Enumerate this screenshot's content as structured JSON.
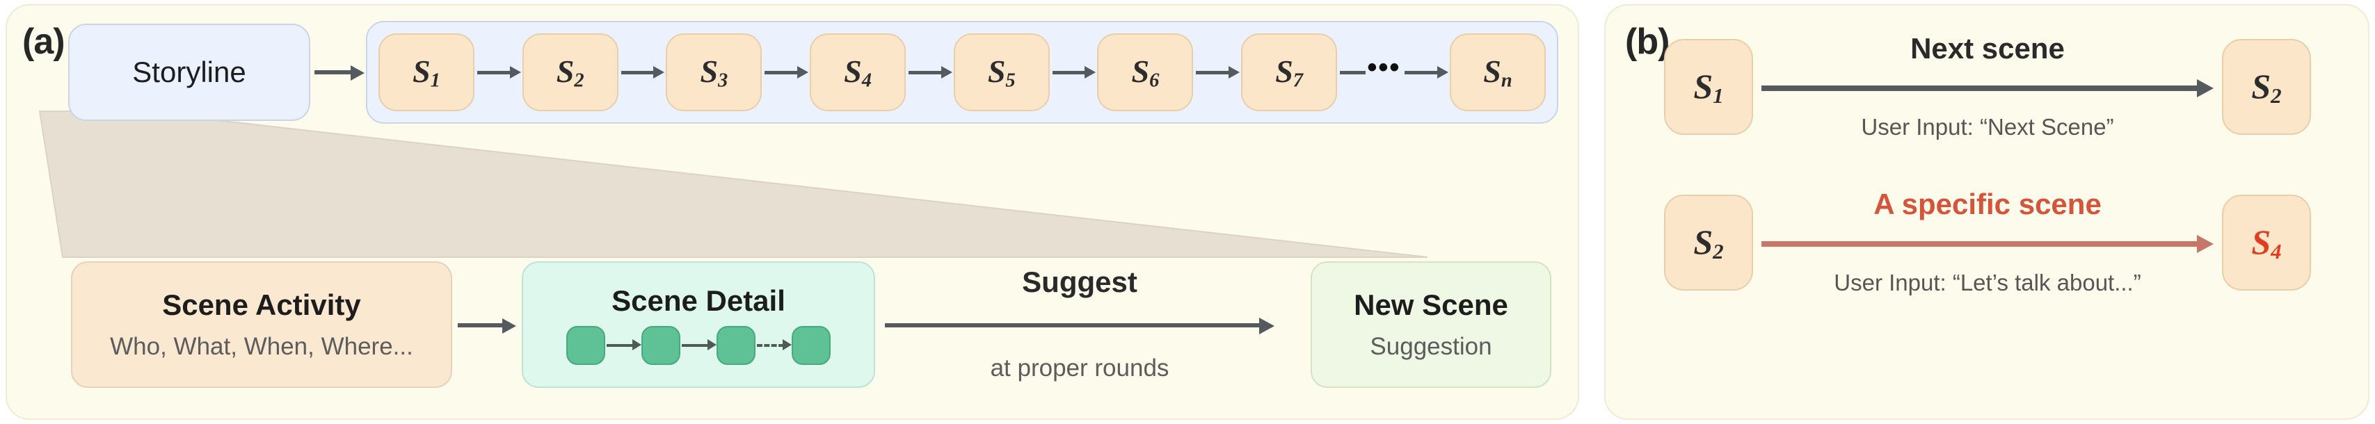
{
  "panels": {
    "a": {
      "label": "(a)",
      "storyline": {
        "label": "Storyline"
      },
      "sequence": {
        "nodes": [
          {
            "base": "S",
            "sub": "1"
          },
          {
            "base": "S",
            "sub": "2"
          },
          {
            "base": "S",
            "sub": "3"
          },
          {
            "base": "S",
            "sub": "4"
          },
          {
            "base": "S",
            "sub": "5"
          },
          {
            "base": "S",
            "sub": "6"
          },
          {
            "base": "S",
            "sub": "7"
          },
          {
            "base": "S",
            "sub": "n"
          }
        ],
        "ellipsis": "•••"
      },
      "scene_activity": {
        "title": "Scene Activity",
        "subtitle": "Who, What, When, Where..."
      },
      "scene_detail": {
        "title": "Scene Detail",
        "node_count": 4,
        "dashed_link_index": 3
      },
      "suggest": {
        "title": "Suggest",
        "subtitle": "at proper rounds"
      },
      "new_scene": {
        "title": "New Scene",
        "subtitle": "Suggestion"
      }
    },
    "b": {
      "label": "(b)",
      "rows": [
        {
          "from": {
            "base": "S",
            "sub": "1"
          },
          "to": {
            "base": "S",
            "sub": "2"
          },
          "edge_label": "Next scene",
          "edge_sublabel": "User Input: “Next Scene”",
          "accent": "#555a5e",
          "highlight": false
        },
        {
          "from": {
            "base": "S",
            "sub": "2"
          },
          "to": {
            "base": "S",
            "sub": "4"
          },
          "edge_label": "A specific scene",
          "edge_sublabel": "User Input: “Let’s talk about...”",
          "accent": "#D4553C",
          "highlight": true
        }
      ]
    }
  },
  "colors": {
    "panel_bg": "#FDFBEB",
    "panel_border": "#F0EBD4",
    "blue_bg": "#EBF2FD",
    "blue_border": "#C9D6E8",
    "scene_bg": "#FBE6CA",
    "scene_border": "#E9CFA9",
    "activity_bg": "#FBE8D0",
    "detail_bg": "#DFF8EE",
    "detail_node": "#5FC296",
    "newscene_bg": "#EFF8E4",
    "arrow": "#555a5e",
    "funnel": "#E6DFD2",
    "accent_red": "#D4553C",
    "accent_red_text": "#E03C1E"
  }
}
